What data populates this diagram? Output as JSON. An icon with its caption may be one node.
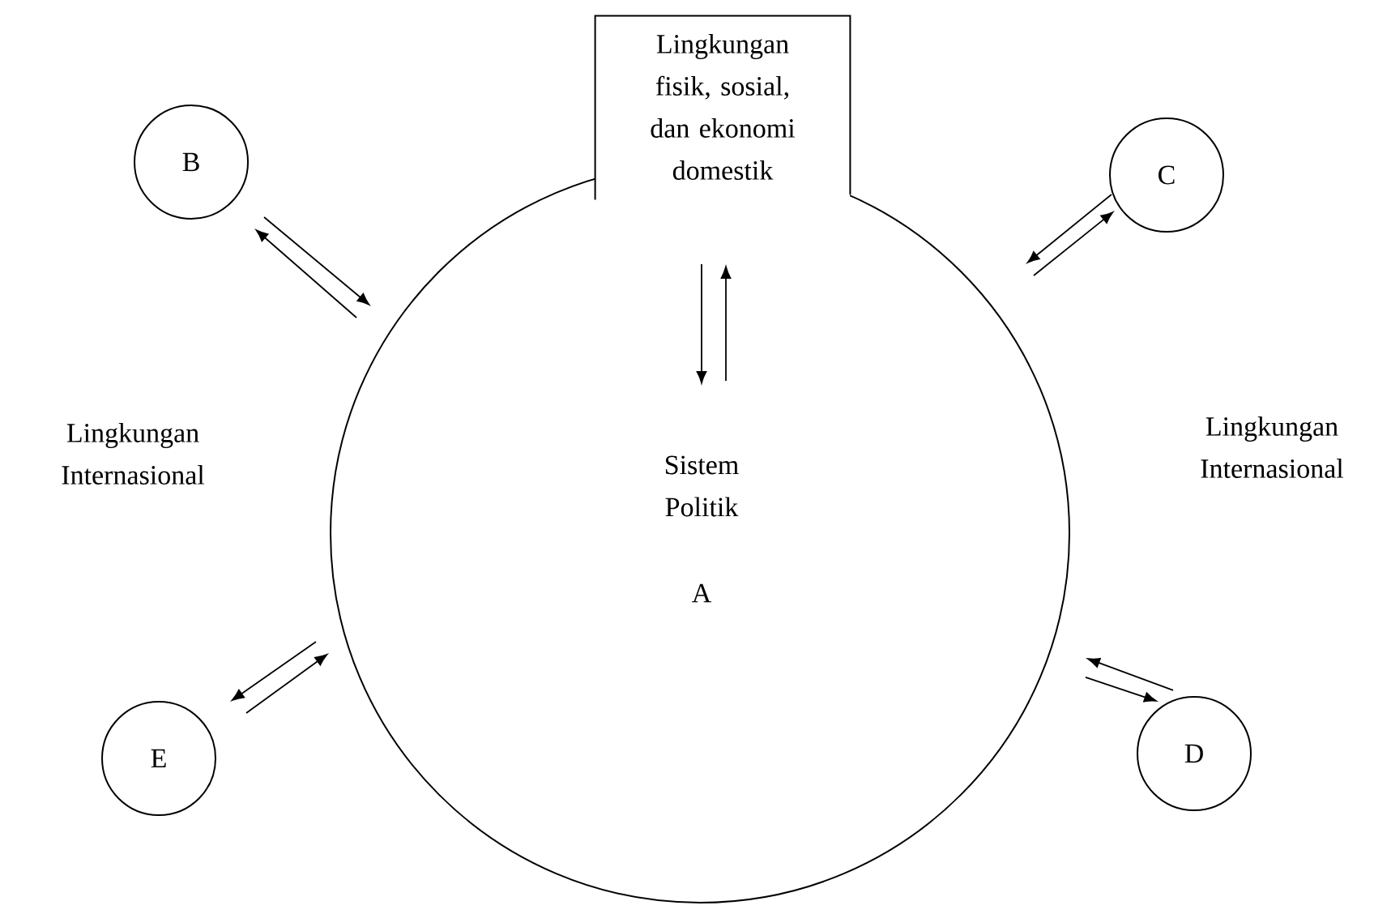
{
  "diagram": {
    "nodes": [
      {
        "text": [
          "A"
        ]
      },
      {
        "text": [
          "Lingkungan fisik, sosial, dan ekonomi domestik"
        ]
      },
      {
        "text": [
          "Sistem Politik"
        ],
        "in": 0
      },
      {
        "text": [
          "B"
        ]
      },
      {
        "text": [
          "C"
        ]
      },
      {
        "text": [
          "E"
        ]
      },
      {
        "text": [
          "D"
        ]
      }
    ],
    "edges": [
      {
        "from": 1,
        "to": 2,
        "arrow": "to"
      },
      {
        "from": 2,
        "to": 1,
        "arrow": "to"
      },
      {
        "from": 3,
        "to": 0,
        "arrow": "to"
      },
      {
        "from": 0,
        "to": 3,
        "arrow": "to"
      },
      {
        "from": 4,
        "to": 0,
        "arrow": "to"
      },
      {
        "from": 0,
        "to": 4,
        "arrow": "to"
      },
      {
        "from": 0,
        "to": 5,
        "arrow": "to"
      },
      {
        "from": 5,
        "to": 0,
        "arrow": "to"
      },
      {
        "from": 6,
        "to": 0,
        "arrow": "to"
      },
      {
        "from": 0,
        "to": 6,
        "arrow": "to"
      }
    ],
    "labels": [
      "Lingkungan Internasional",
      "Lingkungan Internasional"
    ]
  }
}
